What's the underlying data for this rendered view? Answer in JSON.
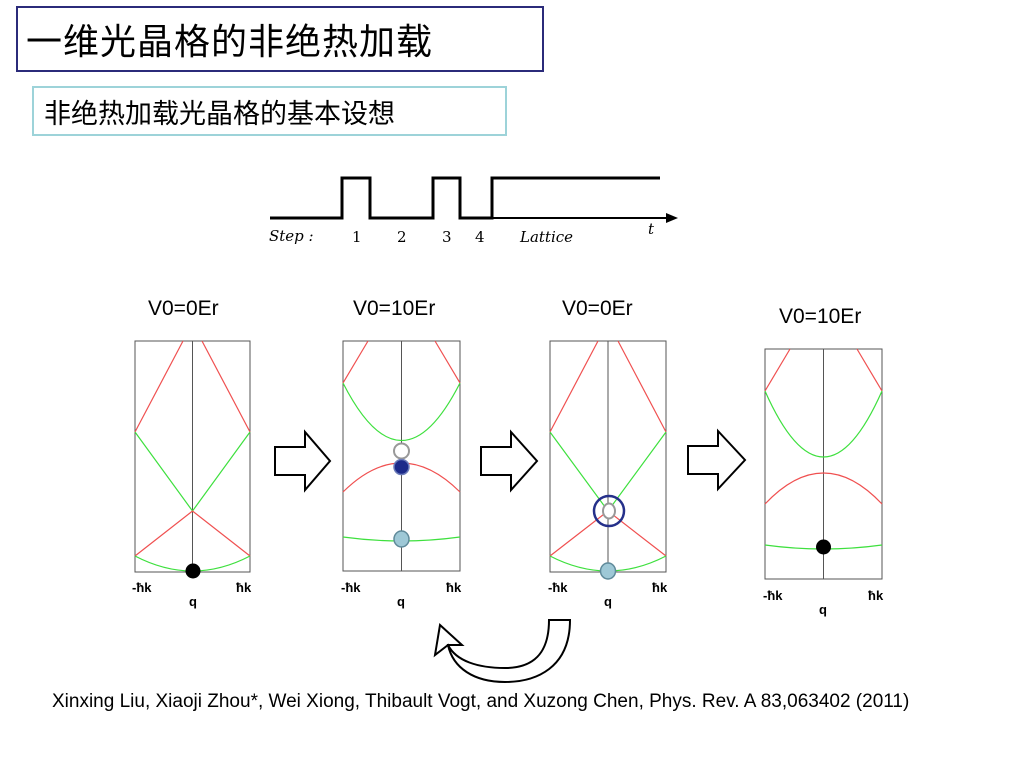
{
  "title": "一维光晶格的非绝热加载",
  "subtitle": "非绝热加载光晶格的基本设想",
  "timing": {
    "step_prefix": "Step :",
    "steps": [
      "1",
      "2",
      "3",
      "4"
    ],
    "lattice_label": "Lattice",
    "time_label": "t"
  },
  "panels": [
    {
      "label": "V0=0Er",
      "x_left": "-ħk",
      "x_right": "ħk",
      "x_center": "q"
    },
    {
      "label": "V0=10Er",
      "x_left": "-ħk",
      "x_right": "ħk",
      "x_center": "q"
    },
    {
      "label": "V0=0Er",
      "x_left": "-ħk",
      "x_right": "ħk",
      "x_center": "q"
    },
    {
      "label": "V0=10Er",
      "x_left": "-ħk",
      "x_right": "ħk",
      "x_center": "q"
    }
  ],
  "colors": {
    "band_red": "#f05050",
    "band_green": "#3ee03e",
    "dot_black": "#000000",
    "dot_navy": "#1c2a8a",
    "dot_lightblue": "#9ec8d6",
    "ring_navy": "#25308a"
  },
  "citation": "Xinxing Liu, Xiaoji Zhou*, Wei Xiong, Thibault Vogt, and Xuzong Chen, Phys. Rev. A 83,063402 (2011)"
}
